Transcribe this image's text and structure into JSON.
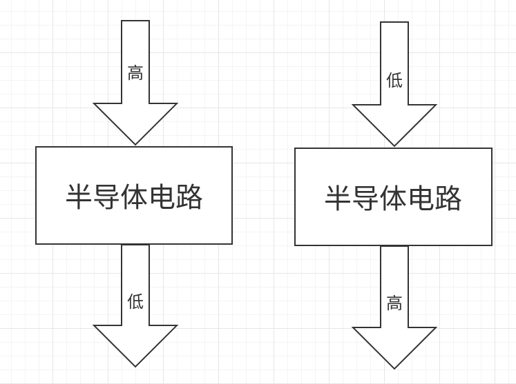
{
  "diagrams": [
    {
      "box_label": "半导体电路",
      "input_label": "高",
      "output_label": "低"
    },
    {
      "box_label": "半导体电路",
      "input_label": "低",
      "output_label": "高"
    }
  ],
  "colors": {
    "stroke": "#333333",
    "fill": "#ffffff",
    "grid": "#e6e6e6"
  }
}
